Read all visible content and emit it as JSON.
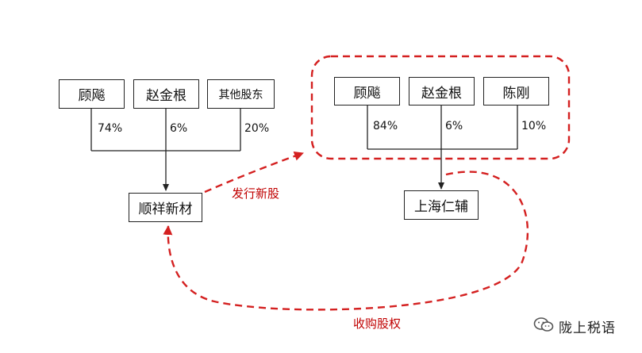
{
  "left_group": {
    "shareholders": [
      {
        "name": "顾飚",
        "pct": "74%"
      },
      {
        "name": "赵金根",
        "pct": "6%"
      },
      {
        "name": "其他股东",
        "pct": "20%"
      }
    ],
    "company": "顺祥新材"
  },
  "right_group": {
    "shareholders": [
      {
        "name": "顾飚",
        "pct": "84%"
      },
      {
        "name": "赵金根",
        "pct": "6%"
      },
      {
        "name": "陈刚",
        "pct": "10%"
      }
    ],
    "company": "上海仁辅"
  },
  "arrows": {
    "issue_new_shares": "发行新股",
    "acquire_equity": "收购股权"
  },
  "watermark": {
    "icon": "wechat-icon",
    "text": "陇上税语"
  },
  "colors": {
    "red": "#d42020",
    "line": "#222222"
  }
}
